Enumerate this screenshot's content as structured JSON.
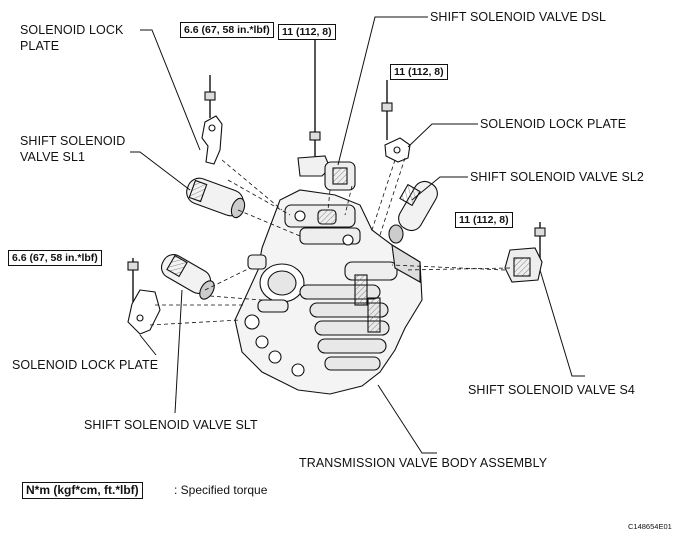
{
  "labels": {
    "lock_plate_top_l1": "SOLENOID LOCK",
    "lock_plate_top_l2": "PLATE",
    "sl1_l1": "SHIFT SOLENOID",
    "sl1_l2": "VALVE SL1",
    "dsl": "SHIFT SOLENOID VALVE DSL",
    "lock_plate_right": "SOLENOID LOCK PLATE",
    "sl2": "SHIFT SOLENOID VALVE SL2",
    "lock_plate_bottom": "SOLENOID LOCK PLATE",
    "slt": "SHIFT SOLENOID VALVE SLT",
    "s4": "SHIFT SOLENOID VALVE S4",
    "body": "TRANSMISSION VALVE BODY ASSEMBLY"
  },
  "torques": {
    "top_left": "6.6 (67, 58 in.*lbf)",
    "top_mid": "11 (112, 8)",
    "right_top": "11 (112, 8)",
    "right_mid": "11 (112, 8)",
    "left_mid": "6.6 (67, 58 in.*lbf)"
  },
  "legend": {
    "unit_box": "N*m (kgf*cm, ft.*lbf)",
    "desc": ": Specified torque"
  },
  "figure_code": "C148654E01"
}
